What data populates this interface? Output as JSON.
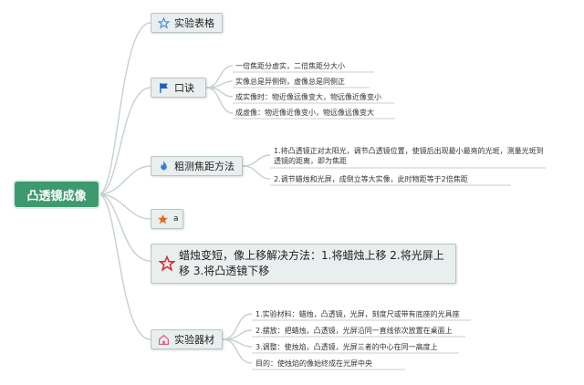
{
  "root": {
    "label": "凸透镜成像"
  },
  "branches": [
    {
      "label": "实验表格",
      "icon": "star-outline-icon"
    },
    {
      "label": "口诀",
      "icon": "flag-icon",
      "items": [
        "一倍焦距分虚实，二倍焦距分大小",
        "实像总是异侧倒，虚像总是同侧正",
        "成实像时：物近像远像变大，物远像近像变小",
        "成虚像：物近像近像变小，物远像远像变大"
      ]
    },
    {
      "label": "粗测焦距方法",
      "icon": "fire-icon",
      "items": [
        "1.将凸透镜正对太阳光，调节凸透镜位置，使镜后出现最小最亮的光斑，测量光斑到透镜的距离，即为焦距",
        "2.调节蜡烛和光屏，成倒立等大实像，此时物距等于2倍焦距"
      ]
    },
    {
      "label": "a",
      "icon": "star-filled-icon"
    },
    {
      "label": "蜡烛变短，像上移解决方法：1.将蜡烛上移 2.将光屏上移 3.将凸透镜下移",
      "icon": "star-red-outline-icon"
    },
    {
      "label": "实验器材",
      "icon": "home-icon",
      "items": [
        "1.实验材料：蜡烛，凸透镜，光屏，刻度尺或带有底座的光具座",
        "2.摆放：把蜡烛，凸透镜，光屏沿同一直线依次放置在桌面上",
        "3.调整：使烛焰，凸透镜，光屏三者的中心在同一高度上",
        "目的：使烛焰的像始终成在光屏中央"
      ]
    }
  ],
  "colors": {
    "root": "#3d9a6f",
    "line": "#c4d2cf",
    "node_bg": "#e9eeee"
  }
}
